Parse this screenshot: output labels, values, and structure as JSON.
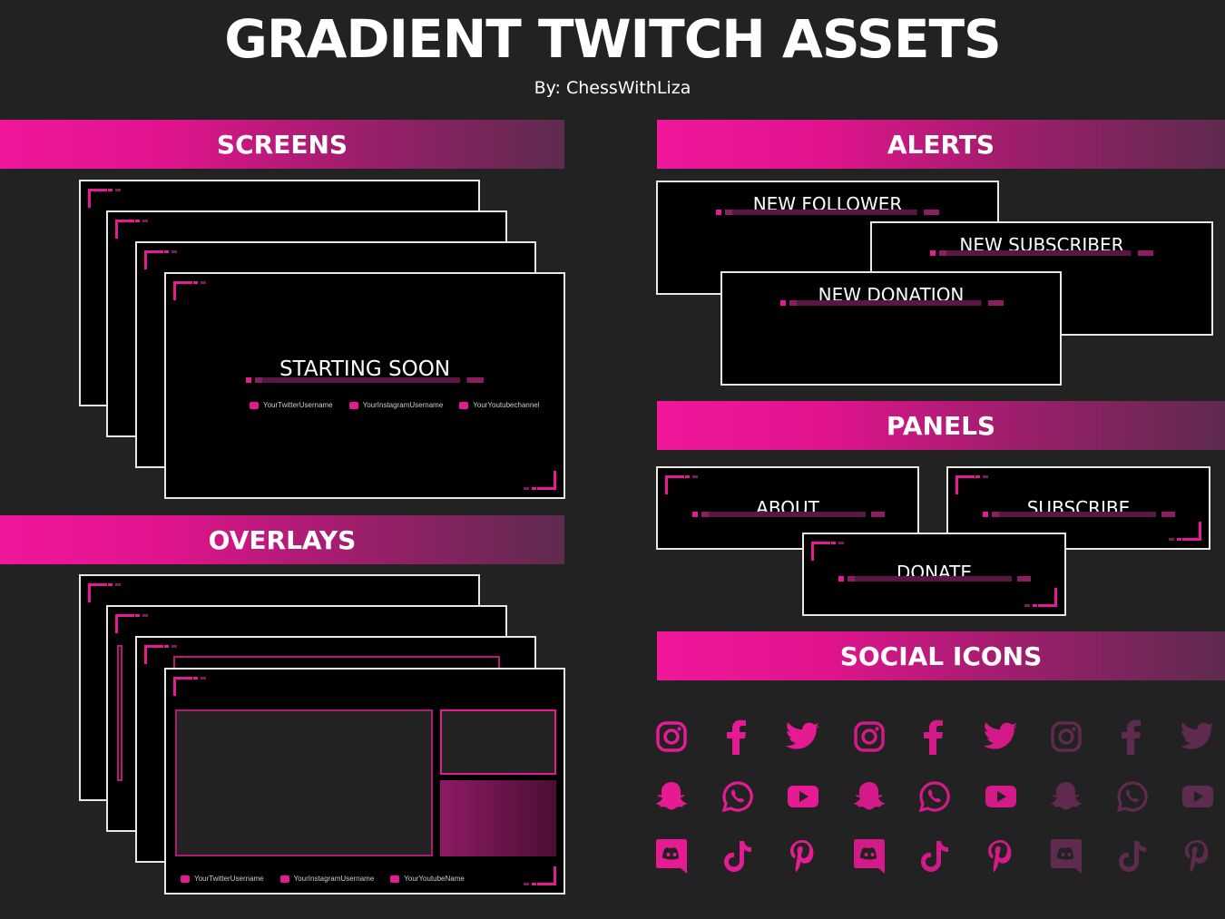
{
  "header": {
    "title": "GRADIENT TWITCH ASSETS",
    "byline": "By: ChessWithLiza"
  },
  "sections": {
    "screens": "SCREENS",
    "overlays": "OVERLAYS",
    "alerts": "ALERTS",
    "panels": "PANELS",
    "social_icons": "SOCIAL ICONS"
  },
  "screens": {
    "main_label": "STARTING SOON",
    "socials": [
      "YourTwitterUsername",
      "YourInstagramUsername",
      "YourYoutubechannel"
    ]
  },
  "overlays": {
    "socials": [
      "YourTwitterUsername",
      "YourInstagramUsername",
      "YourYoutubeName"
    ]
  },
  "alerts": {
    "follower": "NEW FOLLOWER",
    "subscriber": "NEW SUBSCRIBER",
    "donation": "NEW DONATION"
  },
  "panels": {
    "about": "ABOUT",
    "subscribe": "SUBSCRIBE",
    "donate": "DONATE"
  },
  "social_icon_rows": [
    [
      "instagram-icon",
      "facebook-icon",
      "twitter-icon"
    ],
    [
      "snapchat-icon",
      "whatsapp-icon",
      "youtube-icon"
    ],
    [
      "discord-icon",
      "tiktok-icon",
      "pinterest-icon"
    ]
  ],
  "colors": {
    "accent": "#e61b93",
    "mid": "#d41a88",
    "dark": "#5e2b4e",
    "background": "#222222"
  }
}
